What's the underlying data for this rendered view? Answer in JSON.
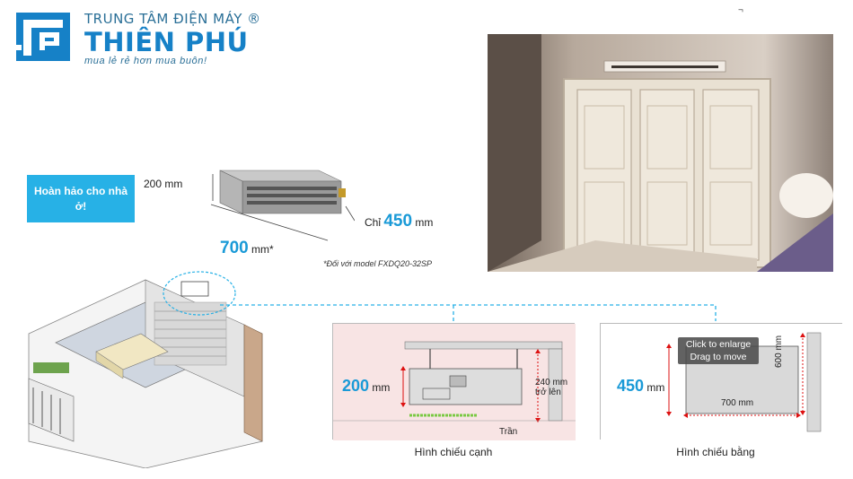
{
  "brand": {
    "top_line": "TRUNG TÂM ĐIỆN MÁY ®",
    "name": "THIÊN PHÚ",
    "slogan": "mua lẻ rẻ hơn mua buôn!",
    "color": "#1681c7"
  },
  "corner_marker": "¬",
  "feature": {
    "label": "Hoàn hảo cho nhà ở!",
    "color": "#27b1e6"
  },
  "unit_dimensions": {
    "height_label": "200 mm",
    "depth_prefix": "Chỉ ",
    "depth_value": "450",
    "depth_unit": " mm",
    "width_value": "700",
    "width_unit": " mm*",
    "note": "*Đối với model FXDQ20-32SP"
  },
  "side_view": {
    "height_value": "200",
    "height_unit": " mm",
    "clearance_value": "240 mm",
    "clearance_text": "trở lên",
    "ceiling_label": "Trần",
    "caption": "Hình chiếu cạnh"
  },
  "plan_view": {
    "depth_value": "450",
    "depth_unit": " mm",
    "width_label": "700 mm",
    "clearance_label": "600 mm",
    "caption": "Hình chiếu bằng"
  },
  "tooltip": {
    "line1": "Click to enlarge",
    "line2": "Drag to move"
  },
  "icons": {
    "logo": "thien-phu-logo-icon"
  }
}
